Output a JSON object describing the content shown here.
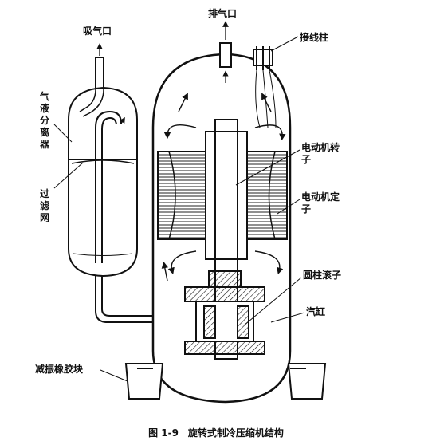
{
  "labels": {
    "suction_port": "吸气口",
    "discharge_port": "排气口",
    "terminal_post": "接线柱",
    "gas_liquid_separator": "气液分离器",
    "filter_screen": "过滤网",
    "motor_rotor": "电动机转子",
    "motor_stator": "电动机定子",
    "cylinder_roller": "圆柱滚子",
    "cylinder": "汽缸",
    "damping_rubber_block": "减振橡胶块"
  },
  "caption": {
    "number": "图 1-9",
    "title": "旋转式制冷压缩机结构"
  }
}
